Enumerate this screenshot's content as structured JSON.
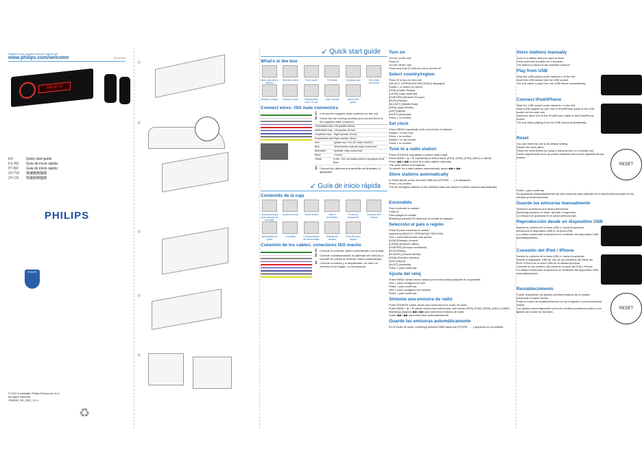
{
  "panel1": {
    "register_text": "Register your product and get support at",
    "url": "www.philips.com/welcome",
    "model": "CE150/55",
    "languages": [
      {
        "code": "EN",
        "title": "Quick start guide"
      },
      {
        "code": "ES-AR",
        "title": "Guía de inicio rápida"
      },
      {
        "code": "PT-BR",
        "title": "Guia de início rápido"
      },
      {
        "code": "ZH-TW",
        "title": "快速啟用指南"
      },
      {
        "code": "ZH-CN",
        "title": "快速启用指南"
      }
    ],
    "brand": "PHILIPS",
    "shield_text": "PHILIPS",
    "copyright": "© 2011 Koninklijke Philips Electronics N.V.",
    "rights": "All rights reserved.",
    "docnum": "CEM150_55_QSG_V1.0",
    "radio_display": "FM 87.5"
  },
  "panel2": {
    "markers": [
      "①",
      "②",
      "③",
      "④",
      "⑤"
    ]
  },
  "panel3": {
    "title": "Quick start guide",
    "whats_in_box": "What's in the box",
    "box_items": [
      "Main unit (with a sleeve)",
      "Remote control",
      "Front panel",
      "Trim plate",
      "Carrying case",
      "ISO male connector",
      "Rubber cushion",
      "Screws ×4 pcs",
      "Disassembly tools ×2 pcs",
      "User manual",
      "Quick start guide"
    ],
    "connect_title": "Connect wires: ISO male connectors",
    "connect_steps": [
      "Connect the supplied male connector to the unit.",
      "Check the car's wiring carefully and connect them to the supplied male connector."
    ],
    "wire_table": [
      [
        "1",
        "Green/black strip",
        "Left speaker (Rear)"
      ],
      [
        "2",
        "White/black strip",
        "Left speaker (Front)"
      ],
      [
        "3",
        "Gray/black strip",
        "Right speaker (Front)"
      ],
      [
        "4",
        "Purple/black strip",
        "Right speaker (Rear)"
      ],
      [
        "5",
        "Red",
        "Ignition key +12V DC when ON/ACC"
      ],
      [
        "6",
        "Blue",
        "Motor/electric antenna relay control lead"
      ],
      [
        "7",
        "Blue/white",
        "Amplifier relay control lead"
      ],
      [
        "8",
        "Black",
        "Ground"
      ],
      [
        "9",
        "Yellow",
        "To the +12V car battery which is energized at all times"
      ]
    ],
    "connect_step3": "Connect the antenna and amplifier as illustrated, if applicable.",
    "es_title": "Guía de inicio rápida",
    "es_box": "Contenido de la caja",
    "es_box_items": [
      "Unidad principal (con carcasa de montaje)",
      "Control remoto",
      "Panel frontal",
      "Marco decorativo",
      "Funda de transporte",
      "Conector ISO macho",
      "Almohadilla de goma",
      "4 tornillos",
      "2 herramientas de desmontaje",
      "Manual del usuario",
      "Guía de inicio rápido"
    ],
    "es_connect": "Conexión de los cables: conectores ISO macho",
    "es_steps": [
      "Conecte el conector macho suministrado a la unidad.",
      "Controle cuidadosamente el cableado del vehículo y conecte los cables al conector macho suministrado."
    ],
    "es_step3": "Conecte la antena y el amplificador, tal como se muestra en la imagen, si corresponde."
  },
  "panel4": {
    "turn_on": "Turn on",
    "turn_on_lines": [
      "To turn on the unit:",
      "Press ⏻.",
      "To turn off the unit:",
      "Press and hold ⏻ until the unit is turned off."
    ],
    "select_country": "Select country/region",
    "country_steps": [
      "Press ⏻ to turn on the unit.",
      "[SELECT OPERATING REGION] is displayed.",
      "Rotate ◐ to select an option.",
      "[USA] (United States)",
      "[LATIN] (Latin America)",
      "[EUROPE] (Western Europe)",
      "[RUS] (Russia)",
      "[M-EAST] (Middle East)",
      "[ASIA] (Asia Pacific)",
      "[JAP] (Japan)",
      "[AUST] (Australia)",
      "Press ◐ to confirm."
    ],
    "set_clock": "Set clock",
    "clock_steps": [
      "Press MENU repeatedly until current time is flashed.",
      "Rotate ◐ to set hour.",
      "Press ◐ to confirm.",
      "Rotate ◐ to set minute.",
      "Press ◐ to confirm."
    ],
    "tune": "Tune to a radio station",
    "tune_steps": [
      "Press SOURCE repeatedly to select radio mode.",
      "Press BAND / ▲ / ▼ repeatedly to select band: [FM1], [FM2], [FM3], [AM1] or [AM2].",
      "Press ◀◀ or ▶▶ to tune to a radio station manually.",
      "The radio station is broadcast.",
      "To search for a radio station automatically, press ◀◀ or ▶▶."
    ],
    "store_auto": "Store stations automatically",
    "store_auto_steps": [
      "In Radio Mode, press and hold DBB and [STORE ......] is displayed.",
      "Press ◐ to confirm.",
      "The six strongest stations of the selected band are saved in preset channel automatically."
    ],
    "es_turn_on": "Encendido",
    "es_turn_on_lines": [
      "Para encender la unidad:",
      "Pulse ⏻.",
      "Para apagar la unidad:",
      "Mantenga pulsado ⏻ hasta que la unidad se apague."
    ],
    "es_country": "Selección el país o región",
    "es_country_steps": [
      "Pulse ⏻ para encender la unidad.",
      "Aparecerá [SELECT OPERATING REGION].",
      "Gire ◐ para seleccionar una opción.",
      "[USA] (Estados Unidos)",
      "[LATIN] (América Latina)",
      "[EUROPE] (Europa occidental)",
      "[RUS] (Rusia)",
      "[M-EAST] (Oriente Medio)",
      "[ASIA] (Pacífico asiático)",
      "[JAP] (Japón)",
      "[AUST] (Australia)",
      "Pulse ◐ para confirmar."
    ],
    "es_clock": "Ajuste del reloj",
    "es_clock_steps": [
      "Pulse MENU varias veces hasta que la hora actual parpadee en la pantalla.",
      "Gire ◐ para configurar la hora.",
      "Pulse ◐ para confirmar.",
      "Gire ◐ para configurar los minutos.",
      "Pulse ◐ para confirmar."
    ],
    "es_tune": "Sintonía una emisora de radio",
    "es_tune_steps": [
      "Pulse SOURCE varias veces para seleccionar el modo de radio.",
      "Pulse BAND / ▲ / ▼ varias veces para seleccionar una banda: [FM1], [FM2], [FM3], [AM1] o [AM2].",
      "Mantenga pulsado ◀◀ o ▶▶ para sintonizar emisora de radio.",
      "Pulse ◀◀ o ▶▶ para sintonizar automáticamente."
    ],
    "es_store": "Guarde las emisoras automáticamente",
    "es_store_steps": [
      "En el modo de radio, mantenga pulsado DBB hasta que [STORE ......] aparezca en la pantalla."
    ]
  },
  "panel5": {
    "store_manual": "Store stations manually",
    "store_manual_steps": [
      "Tune to a station that you want to store.",
      "Press and hold a button for 3 seconds.",
      "The station is saved in the selected channel."
    ],
    "play_usb": "Play from USB",
    "usb_steps": [
      "Slide the USB socket cover marked ⇐ to the left.",
      "Insert the USB device into the USB socket.",
      "The unit starts to play from the USB device automatically."
    ],
    "connect_ipod": "Connect iPod/iPhone",
    "ipod_steps": [
      "Slide the USB socket cover marked ⇐ to the left.",
      "Insert USB adapter on one end of iPod/iPhone cable to the USB socket on the main unit.",
      "Insert the other end of the iPod/iPhone cable to the iPod/iPhone socket.",
      "The unit starts playing from the USB device automatically."
    ],
    "reset": "Reset",
    "reset_lines": [
      "You can reset the unit to its default setting.",
      "Detach the front panel.",
      "Press the reset button by using a ball-point pen or a similar tool.",
      "Preset adjustments such as preset channels and sound adjustments are erased."
    ],
    "reset_label": "RESET",
    "es_confirm": [
      "Pulse ◐ para confirmar.",
      "Se guardarán automáticamente las seis emisoras más potentes de la banda seleccionada en los canales preseleccionados."
    ],
    "es_store_manual": "Guarde las emisoras manualmente",
    "es_store_manual_steps": [
      "Sintonice la emisora que desea almacenar.",
      "Mantenga pulsado un botón durante 3 segundos.",
      "La emisora se guardará en el canal seleccionado."
    ],
    "es_usb": "Reproducción desde un dispositivo USB",
    "es_usb_steps": [
      "Deslice la cubierta de la toma USB ⇐ hacia la izquierda.",
      "Introduzca el dispositivo USB en la toma USB.",
      "La unidad comenzará a reproducir el contenido del dispositivo USB automáticamente."
    ],
    "es_ipod": "Conexión del iPod / iPhone",
    "es_ipod_steps": [
      "Deslice la cubierta de la toma USB ⇐ hacia la izquierda.",
      "Inserte el adaptador USB de uno de los extremos del cable del iPod / iPhone en la toma USB de la unidad principal.",
      "Conecte el otro extremo del cable en la toma del iPod / iPhone.",
      "La unidad comenzará a reproducir el contenido del dispositivo USB automáticamente."
    ],
    "es_reset": "Restablecimiento",
    "es_reset_lines": [
      "Puede restablecer los ajustes predeterminados de la unidad.",
      "Desmonte el panel frontal.",
      "Pulse el botón de restablecimiento con un bolígrafo o una herramienta similar.",
      "Los ajustes preconfigurados como los canales preseleccionados y los ajustes de sonido se borrarán."
    ]
  },
  "colors": {
    "accent": "#1e6ab3",
    "radio_display": "#ff2a2a",
    "brand": "#1a4f9c"
  }
}
